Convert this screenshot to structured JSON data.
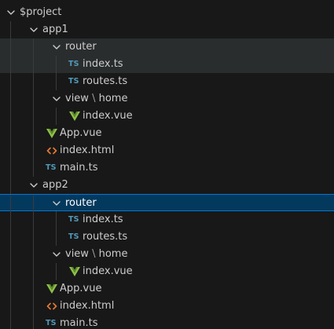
{
  "explorer": {
    "root": {
      "label": "$project"
    },
    "items": [
      {
        "id": "root",
        "label": "$project",
        "depth": 0,
        "kind": "folder",
        "open": true
      },
      {
        "id": "app1",
        "label": "app1",
        "depth": 1,
        "kind": "folder",
        "open": true
      },
      {
        "id": "app1-router",
        "label": "router",
        "depth": 2,
        "kind": "folder",
        "open": true,
        "state": "hover"
      },
      {
        "id": "app1-router-index",
        "label": "index.ts",
        "depth": 3,
        "kind": "ts",
        "icon_text": "TS",
        "state": "hover"
      },
      {
        "id": "app1-router-routes",
        "label": "routes.ts",
        "depth": 3,
        "kind": "ts",
        "icon_text": "TS"
      },
      {
        "id": "app1-view-home",
        "label": "view",
        "label_2": "home",
        "compact_separator": "\\",
        "depth": 2,
        "kind": "folder",
        "open": true
      },
      {
        "id": "app1-view-home-index",
        "label": "index.vue",
        "depth": 3,
        "kind": "vue"
      },
      {
        "id": "app1-app-vue",
        "label": "App.vue",
        "depth": 2,
        "kind": "vue"
      },
      {
        "id": "app1-index-html",
        "label": "index.html",
        "depth": 2,
        "kind": "html"
      },
      {
        "id": "app1-main-ts",
        "label": "main.ts",
        "depth": 2,
        "kind": "ts",
        "icon_text": "TS"
      },
      {
        "id": "app2",
        "label": "app2",
        "depth": 1,
        "kind": "folder",
        "open": true
      },
      {
        "id": "app2-router",
        "label": "router",
        "depth": 2,
        "kind": "folder",
        "open": true,
        "state": "selected"
      },
      {
        "id": "app2-router-index",
        "label": "index.ts",
        "depth": 3,
        "kind": "ts",
        "icon_text": "TS"
      },
      {
        "id": "app2-router-routes",
        "label": "routes.ts",
        "depth": 3,
        "kind": "ts",
        "icon_text": "TS"
      },
      {
        "id": "app2-view-home",
        "label": "view",
        "label_2": "home",
        "compact_separator": "\\",
        "depth": 2,
        "kind": "folder",
        "open": true
      },
      {
        "id": "app2-view-home-index",
        "label": "index.vue",
        "depth": 3,
        "kind": "vue"
      },
      {
        "id": "app2-app-vue",
        "label": "App.vue",
        "depth": 2,
        "kind": "vue"
      },
      {
        "id": "app2-index-html",
        "label": "index.html",
        "depth": 2,
        "kind": "html"
      },
      {
        "id": "app2-main-ts",
        "label": "main.ts",
        "depth": 2,
        "kind": "ts",
        "icon_text": "TS"
      }
    ]
  },
  "colors": {
    "background": "#181818",
    "text": "#cccccc",
    "hover": "#2a2d2e",
    "selected_bg": "#04395e",
    "selected_border": "#0078d4",
    "indent_guide": "#3b3b3b",
    "ts_icon": "#519aba",
    "vue_icon_outer": "#8dc149",
    "vue_icon_inner": "#5e8a2a",
    "html_icon": "#e37933"
  }
}
